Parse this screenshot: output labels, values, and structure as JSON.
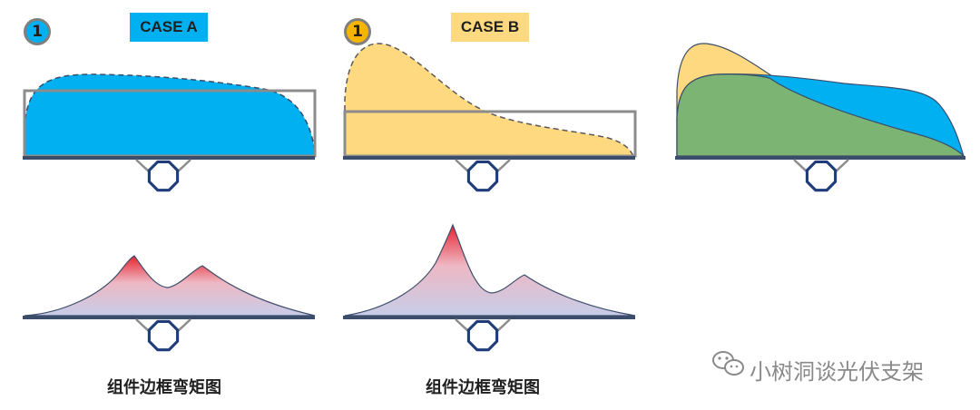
{
  "panel_a": {
    "badge": "1",
    "title": "CASE A",
    "caption": "组件边框弯矩图",
    "colors": {
      "load": "#00b0f0",
      "badge": "#00b0f0",
      "moment_peak": "#e8232e",
      "moment_base": "#c9cde6"
    }
  },
  "panel_b": {
    "badge": "1",
    "title": "CASE B",
    "caption": "组件边框弯矩图",
    "colors": {
      "load": "#ffd97f",
      "badge": "#f5b400",
      "moment_peak": "#e8232e",
      "moment_base": "#c9cde6"
    }
  },
  "panel_c": {
    "colors": {
      "load_a": "#00b0f0",
      "load_b": "#ffd97f",
      "overlap": "#7cb474"
    }
  },
  "watermark": {
    "icon": "wechat-icon",
    "text": "小树洞谈光伏支架"
  },
  "colors": {
    "beam": "#3b4d6b",
    "frame": "#8c8c8c",
    "octagon": "#1f3d7a"
  }
}
